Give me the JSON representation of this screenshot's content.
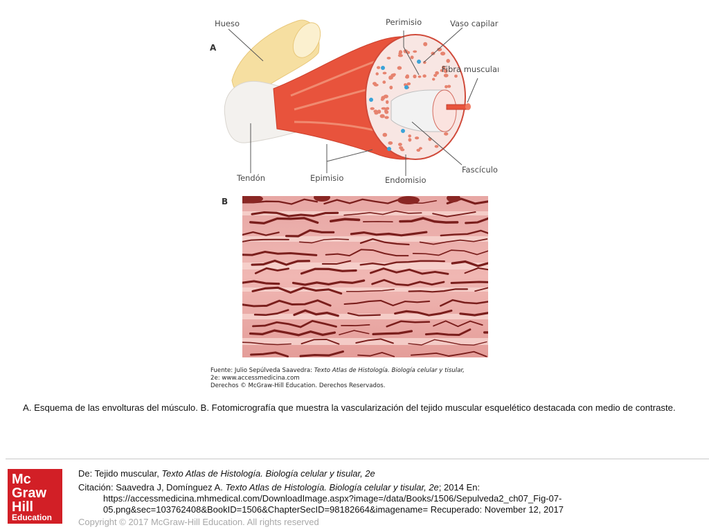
{
  "figure": {
    "panel_a": "A",
    "panel_b": "B",
    "labels": {
      "hueso": "Hueso",
      "perimisio": "Perimisio",
      "vaso_capilar": "Vaso capilar",
      "fibra_muscular": "Fibra muscular",
      "tendon": "Tendón",
      "epimisio": "Epimisio",
      "endomisio": "Endomisio",
      "fasciculo": "Fascículo"
    },
    "fuente": {
      "prefix": "Fuente: Julio Sepúlveda Saavedra: ",
      "book_title": "Texto Atlas de Histología. Biología celular y tisular,",
      "line2": "2e: www.accessmedicina.com",
      "line3": "Derechos © McGraw-Hill Education. Derechos Reservados."
    }
  },
  "caption": "A. Esquema de las envolturas del músculo. B. Fotomicrografía que muestra la vascularización del tejido muscular esquelético destacada con medio de contraste.",
  "citation": {
    "de_prefix": "De: Tejido muscular, ",
    "de_title": "Texto Atlas de Histología. Biología celular y tisular, 2e",
    "citacion_prefix": "Citación: Saavedra J, Domínguez A",
    "citacion_sep": ". ",
    "citacion_title": "Texto Atlas de Histología. Biología celular y tisular, 2e",
    "citacion_suffix": "; 2014 En:",
    "url_line1": "https://accessmedicina.mhmedical.com/DownloadImage.aspx?image=/data/Books/1506/Sepulveda2_ch07_Fig-07-",
    "url_line2": "05.png&sec=103762408&BookID=1506&ChapterSecID=98182664&imagename= Recuperado: November 12, 2017"
  },
  "copyright": "Copyright © 2017 McGraw-Hill Education. All rights reserved",
  "logo": {
    "line1": "Mc",
    "line2": "Graw",
    "line3": "Hill",
    "line4": "Education",
    "color": "#d21f26"
  }
}
